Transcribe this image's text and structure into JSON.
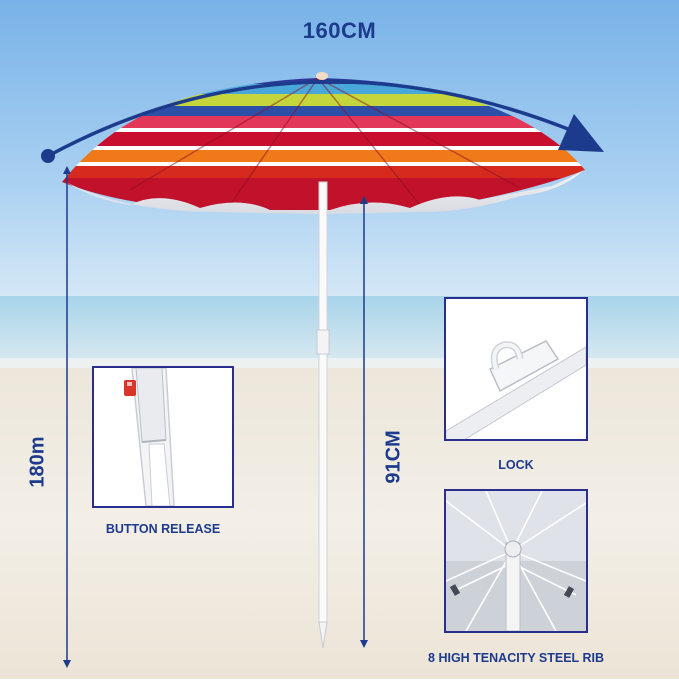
{
  "dimensions": {
    "canopy_width": "160CM",
    "total_height": "180m",
    "pole_height": "91CM"
  },
  "features": [
    {
      "name": "BUTTON RELEASE"
    },
    {
      "name": "LOCK"
    },
    {
      "name": "8 HIGH TENACITY STEEL RIB"
    }
  ],
  "colors": {
    "annotation_blue": "#1d3b8c",
    "inset_border": "#2a2f8f",
    "sky_top": "#7fb8ec",
    "sea": "#b9dcef",
    "sand": "#f1ece3",
    "release_button": "#d8342a"
  },
  "icons": {
    "width_arrow": "curved-arrow-icon",
    "height_arrows": "vertical-dimension-arrow-icon"
  }
}
